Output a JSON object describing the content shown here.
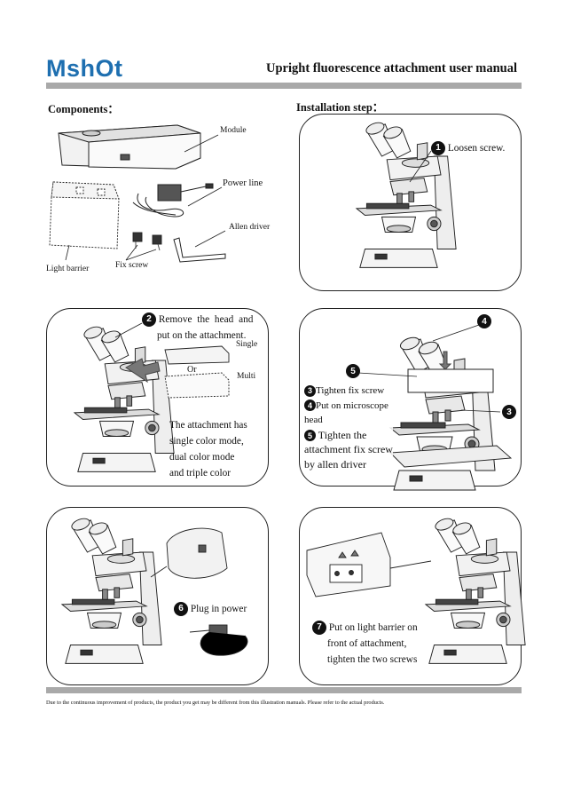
{
  "header": {
    "logo_text": "MshOt",
    "title": "Upright fluorescence attachment user manual",
    "brand_color": "#1e6fb0",
    "rule_color": "#a9a9a9"
  },
  "components": {
    "heading": "Components：",
    "labels": {
      "module": "Module",
      "power_line": "Power line",
      "allen_driver": "Allen driver",
      "light_barrier": "Light barrier",
      "fix_screw": "Fix screw"
    }
  },
  "installation": {
    "heading": "Installation step：",
    "step1": {
      "num": "1",
      "text": "Loosen screw."
    },
    "step2": {
      "num": "2",
      "line1": "Remove the head and",
      "line2": "put on the attachment.",
      "single": "Single",
      "or": "Or",
      "multi": "Multi",
      "note": [
        "The attachment has",
        "single color mode,",
        "dual color mode",
        "and triple color"
      ]
    },
    "step345": {
      "callout_4": "4",
      "callout_5": "5",
      "callout_3": "3",
      "line_3": "Tighten fix screw",
      "line_4a": "Put on microscope",
      "line_4b": "head",
      "line_5a": " Tighten the",
      "line_5b": "attachment fix screw",
      "line_5c": "by allen driver",
      "n3": "3",
      "n4": "4",
      "n5": "5"
    },
    "step6": {
      "num": "6",
      "text": "Plug in power"
    },
    "step7": {
      "num": "7",
      "lines": [
        "Put on light barrier on",
        "front of attachment,",
        "tighten the two screws"
      ]
    }
  },
  "footer": "Due to the continuous improvement of products, the product you get may be different from this illustration manuals. Please refer to the actual products."
}
